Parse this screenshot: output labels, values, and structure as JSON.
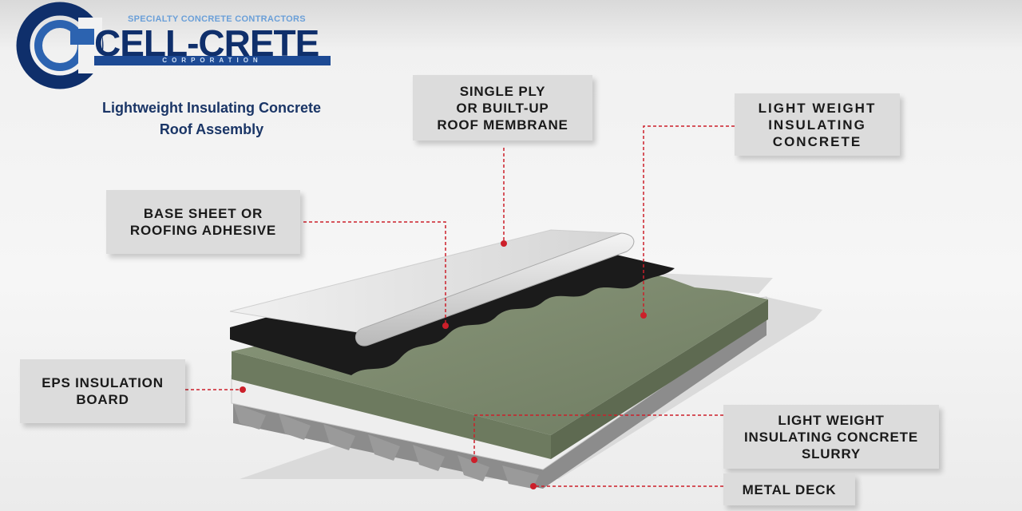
{
  "logo": {
    "tagline": "SPECIALTY CONCRETE CONTRACTORS",
    "name": "CELL-CRETE",
    "subname": "CORPORATION"
  },
  "subtitle": {
    "line1": "Lightweight Insulating Concrete",
    "line2": "Roof Assembly"
  },
  "labels": {
    "membrane": [
      "SINGLE PLY",
      "OR BUILT-UP",
      "ROOF MEMBRANE"
    ],
    "lwic": [
      "LIGHT WEIGHT",
      "INSULATING",
      "CONCRETE"
    ],
    "base_sheet": [
      "BASE SHEET OR",
      "ROOFING ADHESIVE"
    ],
    "eps": [
      "EPS INSULATION",
      "BOARD"
    ],
    "slurry": [
      "LIGHT WEIGHT",
      "INSULATING CONCRETE",
      "SLURRY"
    ],
    "metal_deck": [
      "METAL DECK"
    ]
  },
  "colors": {
    "logo_navy": "#0f2f6b",
    "logo_blue": "#1d4a94",
    "leader_red": "#cc1f2a",
    "concrete_green": "#7c8a6c",
    "membrane_white": "#e4e4e4",
    "base_sheet_black": "#1b1b1b"
  }
}
